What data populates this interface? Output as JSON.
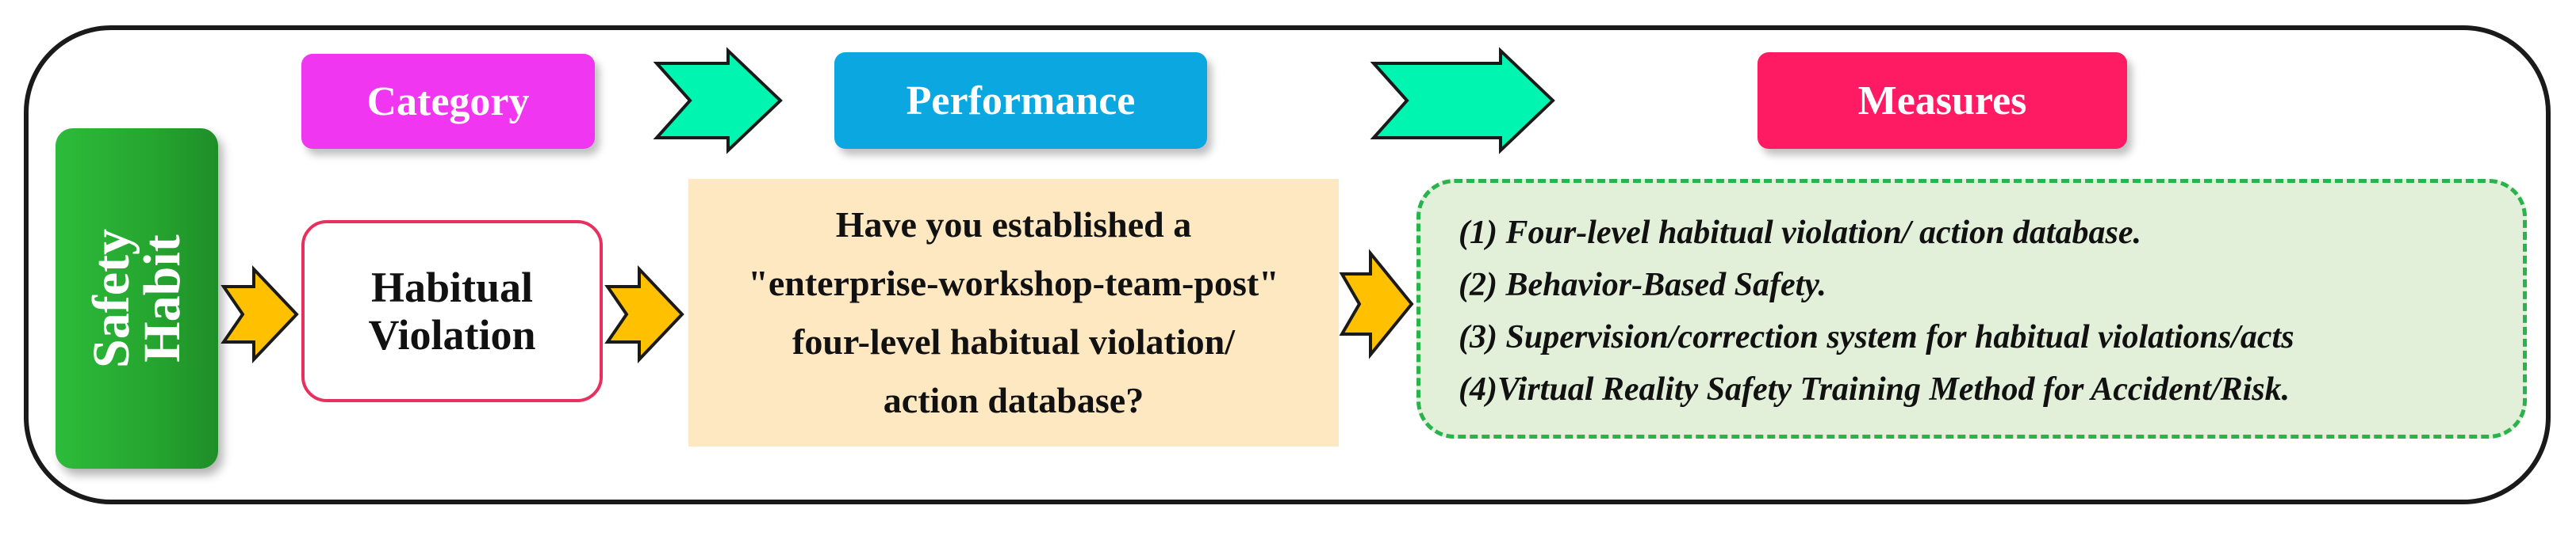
{
  "headers": {
    "category": "Category",
    "performance": "Performance",
    "measures": "Measures"
  },
  "safety_habit": {
    "line1": "Safety",
    "line2": "Habit"
  },
  "category_box": {
    "line1": "Habitual",
    "line2": "Violation"
  },
  "performance_box": {
    "lines": [
      "Have you established a",
      "\"enterprise-workshop-team-post\"",
      "four-level habitual violation/",
      "action database?"
    ]
  },
  "measures_box": {
    "items": [
      "(1) Four-level habitual violation/ action database.",
      "(2) Behavior-Based Safety.",
      "(3) Supervision/correction system for habitual violations/acts",
      "(4)Virtual Reality Safety Training Method for Accident/Risk."
    ]
  },
  "colors": {
    "category_header": "#f036f0",
    "performance_header": "#0aa7e0",
    "measures_header": "#ff1a64",
    "safety_habit": "#2dbb3b",
    "flow_arrow": "#ffc000",
    "header_arrow": "#00f5b0",
    "performance_fill": "#fde8c2",
    "measures_fill": "#e2efd9",
    "measures_border": "#28b34b",
    "violation_border": "#e8305e"
  }
}
